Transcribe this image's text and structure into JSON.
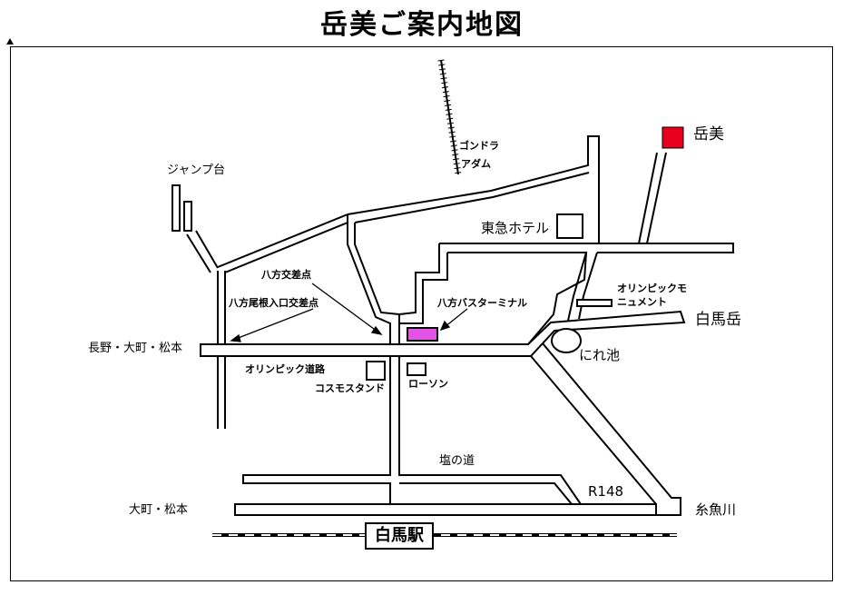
{
  "title": "岳美ご案内地図",
  "labels": {
    "gondola": "ゴンドラ",
    "adam": "アダム",
    "gakumi": "岳美",
    "jump": "ジャンプ台",
    "tokyu_hotel": "東急ホテル",
    "happo_intersection": "八方交差点",
    "happo_one_entrance": "八方尾根入口交差点",
    "happo_bus_terminal": "八方バスターミナル",
    "olympic_monument_1": "オリンピックモ",
    "olympic_monument_2": "ニュメント",
    "hakuba_dake": "白馬岳",
    "nagano": "長野・大町・松本",
    "nire_ike": "にれ池",
    "olympic_road": "オリンピック道路",
    "cosmo_stand": "コスモスタンド",
    "lawson": "ローソン",
    "shio_no_michi": "塩の道",
    "r148": "R148",
    "omachi": "大町・松本",
    "itoigawa": "糸魚川",
    "station": "白馬駅"
  },
  "colors": {
    "gakumi_marker": "#e8001c",
    "bus_terminal_marker": "#e454e4",
    "road_outline": "#000000",
    "background": "#ffffff"
  }
}
